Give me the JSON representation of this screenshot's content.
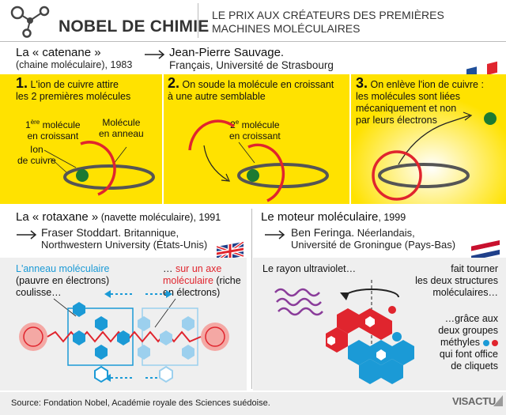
{
  "header": {
    "title": "NOBEL DE CHIMIE",
    "subtitle_line1": "LE PRIX AUX CRÉATEURS DES PREMIÈRES",
    "subtitle_line2": "MACHINES MOLÉCULAIRES"
  },
  "catenane": {
    "title": "La « catenane »",
    "subtitle": "(chaine moléculaire), 1983",
    "laureate_name": "Jean-Pierre Sauvage.",
    "laureate_info": "Français, Université de Strasbourg",
    "steps": [
      {
        "num": "1.",
        "line1": "L'ion de cuivre attire",
        "line2": "les 2 premières molécules",
        "line3": ""
      },
      {
        "num": "2.",
        "line1": "On soude la molécule en croissant",
        "line2": "à une autre semblable",
        "line3": ""
      },
      {
        "num": "3.",
        "line1": "On enlève l'ion de cuivre :",
        "line2": "les molécules sont liées",
        "line3": "mécaniquement et non",
        "line4": "par leurs électrons"
      }
    ],
    "label_first_1": "1",
    "label_first_sup": "ère",
    "label_first_2": " molécule",
    "label_first_3": "en croissant",
    "label_ring_1": "Molécule",
    "label_ring_2": "en anneau",
    "label_ion_1": "Ion",
    "label_ion_2": "de cuivre",
    "label_second_1": "2",
    "label_second_sup": "e",
    "label_second_2": " molécule",
    "label_second_3": "en croissant"
  },
  "rotaxane": {
    "title_bold": "La « rotaxane »",
    "title_rest": " (navette moléculaire), 1991",
    "laureate_name": "Fraser Stoddart.",
    "laureate_nat": " Britannique,",
    "laureate_info": "Northwestern University (États-Unis)",
    "ring_line1": "L'anneau moléculaire",
    "ring_line2": "(pauvre en électrons)",
    "ring_line3": "coulisse…",
    "axis_line1a": "… ",
    "axis_line1b": "sur un axe",
    "axis_line2a": "moléculaire",
    "axis_line2b": " (riche",
    "axis_line3": "en électrons)"
  },
  "motor": {
    "title_bold": "Le moteur moléculaire",
    "title_rest": ", 1999",
    "laureate_name": "Ben Feringa.",
    "laureate_nat": " Néerlandais,",
    "laureate_info": "Université de Groningue (Pays-Bas)",
    "uv_text": "Le rayon ultraviolet…",
    "turn_line1": "fait tourner",
    "turn_line2": "les deux structures",
    "turn_line3": "moléculaires…",
    "grace_line1": "…grâce aux",
    "grace_line2": "deux groupes",
    "grace_line3": "méthyles",
    "grace_line4": "qui font office",
    "grace_line5": "de cliquets"
  },
  "footer": {
    "source": "Source: Fondation Nobel, Académie royale des Sciences suédoise.",
    "logo": "VISACTU"
  },
  "colors": {
    "yellow": "#ffe200",
    "red": "#e0252e",
    "blue": "#1b9ad6",
    "light_blue": "#9cd0ee",
    "green": "#1c7a32",
    "dark_gray": "#444444"
  }
}
